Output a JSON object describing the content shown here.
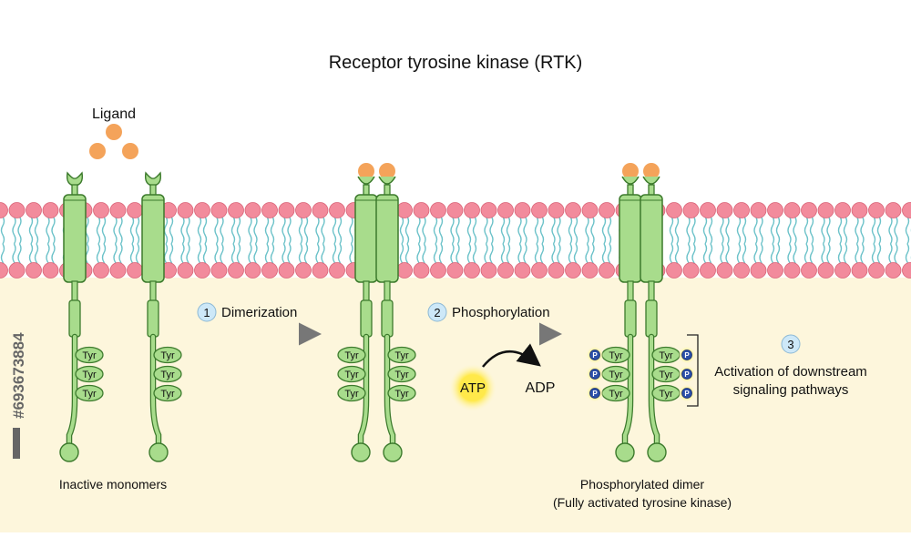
{
  "title": "Receptor tyrosine kinase (RTK)",
  "ligand_label": "Ligand",
  "steps": [
    {
      "number": "1",
      "label": "Dimerization"
    },
    {
      "number": "2",
      "label": "Phosphorylation"
    },
    {
      "number": "3",
      "label": "Activation of downstream",
      "label_line2": "signaling pathways"
    }
  ],
  "atp_label": "ATP",
  "adp_label": "ADP",
  "tyr_label": "Tyr",
  "p_label": "P",
  "captions": {
    "monomers": "Inactive monomers",
    "dimer_line1": "Phosphorylated dimer",
    "dimer_line2": "(Fully activated tyrosine kinase)"
  },
  "watermark_id": "#693673884",
  "colors": {
    "cytoplasm": "#fdf6dc",
    "head": "#f28b9c",
    "receptor": "#a8dc8c",
    "receptor_stroke": "#3c7a2c",
    "ligand": "#f4a35a",
    "step_badge": "#cde8f8",
    "atp_glow": "#fff59a"
  }
}
